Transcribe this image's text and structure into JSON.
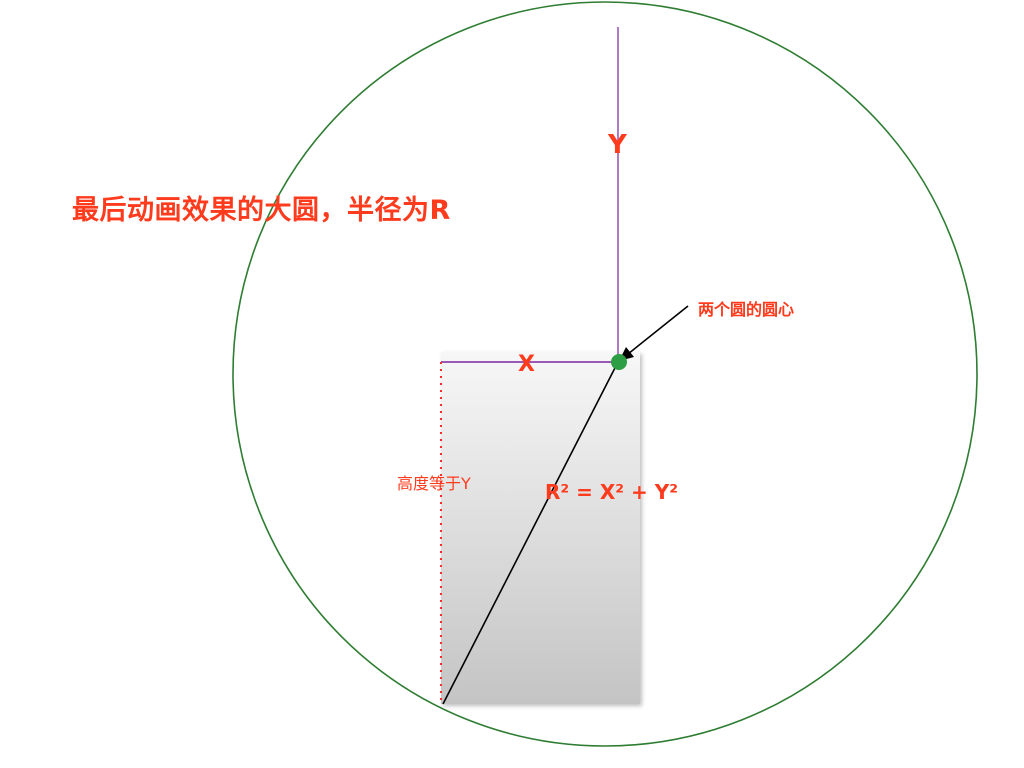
{
  "labels": {
    "title": "最后动画效果的大圆，半径为R",
    "center": "两个圆的圆心",
    "y": "Y",
    "x": "X",
    "height": "高度等于Y",
    "formula": "R² = X² + Y²"
  },
  "colors": {
    "label_red": "#ff3b1e",
    "big_circle": "#2e7d32",
    "axis_purple": "#9b59b6",
    "center_dot": "#2e9e44",
    "dotted_red": "#ff2a2a",
    "line_black": "#000000",
    "rect_gradient_top": "#f7f7f7",
    "rect_gradient_bottom": "#c4c4c4"
  }
}
